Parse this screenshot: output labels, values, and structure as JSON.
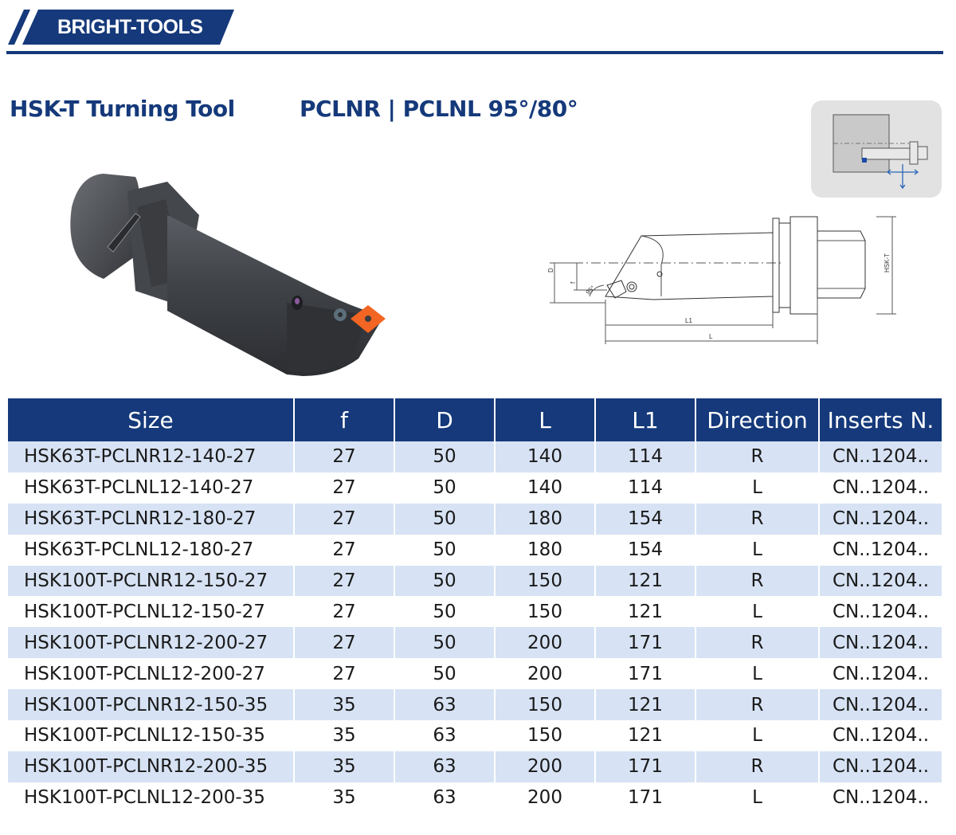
{
  "brand": {
    "name": "BRIGHT-TOOLS"
  },
  "heading": {
    "product": "HSK-T Turning Tool",
    "model": "PCLNR | PCLNL 95°/80°"
  },
  "drawing": {
    "labels": {
      "D": "D",
      "f": "f",
      "angle": "95°",
      "L1": "L1",
      "L": "L",
      "hsk": "HSK-T"
    }
  },
  "table": {
    "headers": [
      "Size",
      "f",
      "D",
      "L",
      "L1",
      "Direction",
      "Inserts N."
    ],
    "rows": [
      [
        "HSK63T-PCLNR12-140-27",
        "27",
        "50",
        "140",
        "114",
        "R",
        "CN..1204.."
      ],
      [
        "HSK63T-PCLNL12-140-27",
        "27",
        "50",
        "140",
        "114",
        "L",
        "CN..1204.."
      ],
      [
        "HSK63T-PCLNR12-180-27",
        "27",
        "50",
        "180",
        "154",
        "R",
        "CN..1204.."
      ],
      [
        "HSK63T-PCLNL12-180-27",
        "27",
        "50",
        "180",
        "154",
        "L",
        "CN..1204.."
      ],
      [
        "HSK100T-PCLNR12-150-27",
        "27",
        "50",
        "150",
        "121",
        "R",
        "CN..1204.."
      ],
      [
        "HSK100T-PCLNL12-150-27",
        "27",
        "50",
        "150",
        "121",
        "L",
        "CN..1204.."
      ],
      [
        "HSK100T-PCLNR12-200-27",
        "27",
        "50",
        "200",
        "171",
        "R",
        "CN..1204.."
      ],
      [
        "HSK100T-PCLNL12-200-27",
        "27",
        "50",
        "200",
        "171",
        "L",
        "CN..1204.."
      ],
      [
        "HSK100T-PCLNR12-150-35",
        "35",
        "63",
        "150",
        "121",
        "R",
        "CN..1204.."
      ],
      [
        "HSK100T-PCLNL12-150-35",
        "35",
        "63",
        "150",
        "121",
        "L",
        "CN..1204.."
      ],
      [
        "HSK100T-PCLNR12-200-35",
        "35",
        "63",
        "200",
        "171",
        "R",
        "CN..1204.."
      ],
      [
        "HSK100T-PCLNL12-200-35",
        "35",
        "63",
        "200",
        "171",
        "L",
        "CN..1204.."
      ]
    ]
  },
  "colors": {
    "brand_blue": "#15397a",
    "row_stripe": "#d7e3f4",
    "insert_orange": "#f26522"
  }
}
